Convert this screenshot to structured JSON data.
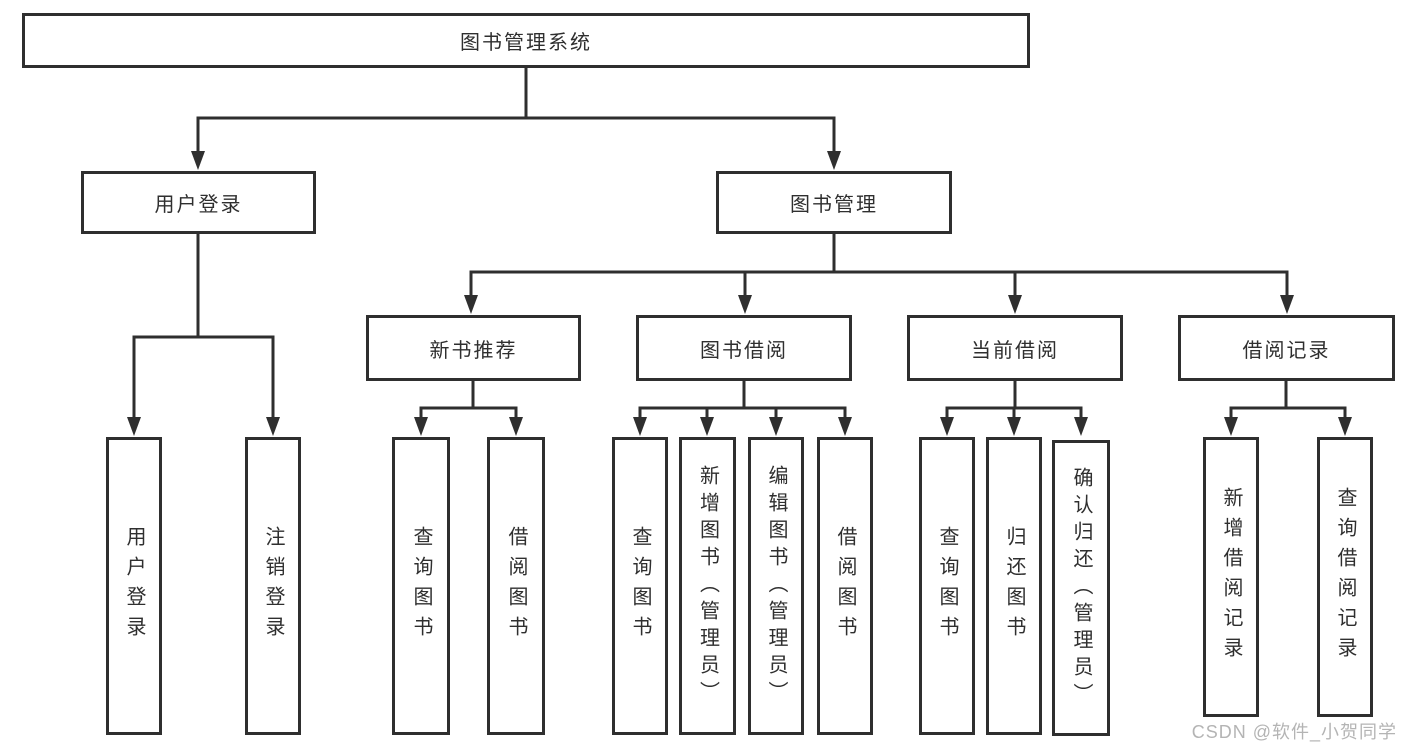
{
  "tree": {
    "root": {
      "label": "图书管理系统"
    },
    "branches": [
      {
        "label": "用户登录",
        "children": [
          {
            "label": "用户登录"
          },
          {
            "label": "注销登录"
          }
        ]
      },
      {
        "label": "图书管理",
        "children": [
          {
            "label": "新书推荐",
            "children": [
              {
                "label": "查询图书"
              },
              {
                "label": "借阅图书"
              }
            ]
          },
          {
            "label": "图书借阅",
            "children": [
              {
                "label": "查询图书"
              },
              {
                "label": "新增图书（管理员）"
              },
              {
                "label": "编辑图书（管理员）"
              },
              {
                "label": "借阅图书"
              }
            ]
          },
          {
            "label": "当前借阅",
            "children": [
              {
                "label": "查询图书"
              },
              {
                "label": "归还图书"
              },
              {
                "label": "确认归还（管理员）"
              }
            ]
          },
          {
            "label": "借阅记录",
            "children": [
              {
                "label": "新增借阅记录"
              },
              {
                "label": "查询借阅记录"
              }
            ]
          }
        ]
      }
    ]
  },
  "watermark": "CSDN @软件_小贺同学",
  "colors": {
    "line": "#2f2f2f",
    "box_border": "#2f2f2f",
    "text": "#2f2f2f",
    "background": "#ffffff",
    "watermark": "#b0b0b0"
  }
}
